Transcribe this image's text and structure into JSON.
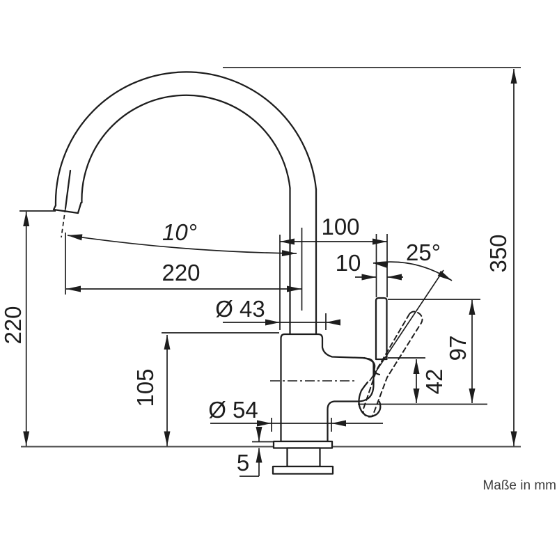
{
  "diagram": {
    "type": "technical-drawing",
    "subject": "kitchen-faucet-side-view",
    "unit_note": "Maße in mm",
    "dimensions": {
      "spout_tilt_angle": "10°",
      "spout_reach": "220",
      "spout_to_handle": "100",
      "handle_pin_width": "10",
      "handle_swing_angle": "25°",
      "outlet_height": "220",
      "body_height": "105",
      "body_diameter": "Ø 43",
      "base_diameter": "Ø 54",
      "base_plate_height": "5",
      "handle_pivot_height": "42",
      "handle_top_height": "97",
      "total_height": "350"
    },
    "colors": {
      "line": "#1d1d1d",
      "reference_line": "#474747",
      "note_text": "#3c3c3c",
      "background": "#ffffff"
    }
  }
}
